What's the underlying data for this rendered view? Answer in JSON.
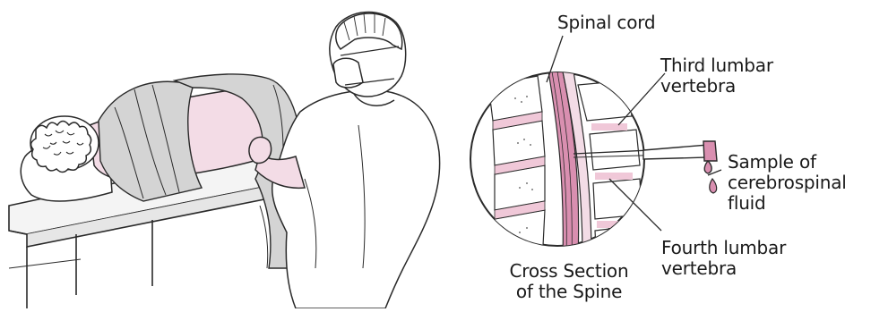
{
  "labels": {
    "spinal_cord": "Spinal cord",
    "third_lumbar": [
      "Third lumbar",
      "vertebra"
    ],
    "sample": [
      "Sample of",
      "cerebrospinal",
      "fluid"
    ],
    "fourth_lumbar": [
      "Fourth lumbar",
      "vertebra"
    ],
    "cross_section": [
      "Cross Section",
      "of the Spine"
    ]
  },
  "colors": {
    "ink": "#2a2a2a",
    "pink": "#f3dce6",
    "cord_pink": "#d98fb0",
    "blanket": "#d4d4d4",
    "disc_pink": "#f0c8d8",
    "skin": "#ffffff"
  }
}
